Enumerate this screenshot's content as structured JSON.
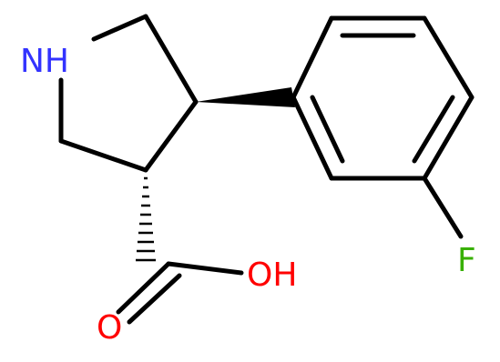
{
  "molecule": {
    "atoms": {
      "nitrogen": {
        "text": "NH",
        "color": "#3333ff"
      },
      "fluorine": {
        "text": "F",
        "color": "#38b000"
      },
      "hydroxyl": {
        "text": "OH",
        "color": "#ff0000"
      },
      "carbonyl_oxygen": {
        "text": "O",
        "color": "#ff0000"
      }
    },
    "bond_color": "#000000"
  }
}
